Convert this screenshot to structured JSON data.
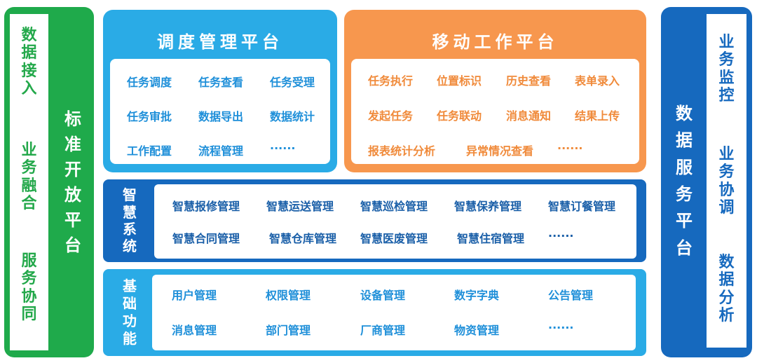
{
  "left": {
    "title": [
      "标",
      "准",
      "开",
      "放",
      "平",
      "台"
    ],
    "groups": [
      [
        "数",
        "据",
        "接",
        "入"
      ],
      [
        "业",
        "务",
        "融",
        "合"
      ],
      [
        "服",
        "务",
        "协",
        "同"
      ]
    ],
    "color": "#1faa4b"
  },
  "right": {
    "title": [
      "数",
      "据",
      "服",
      "务",
      "平",
      "台"
    ],
    "groups": [
      [
        "业",
        "务",
        "监",
        "控"
      ],
      [
        "业",
        "务",
        "协",
        "调"
      ],
      [
        "数",
        "据",
        "分",
        "析"
      ]
    ],
    "color": "#1669be"
  },
  "dispatch": {
    "title": "调度管理平台",
    "items": [
      "任务调度",
      "任务查看",
      "任务受理",
      "任务审批",
      "数据导出",
      "数据统计",
      "工作配置",
      "流程管理",
      "......"
    ],
    "color": "#2aabe6"
  },
  "mobile": {
    "title": "移动工作平台",
    "items": [
      "任务执行",
      "位置标识",
      "历史查看",
      "表单录入",
      "发起任务",
      "任务联动",
      "消息通知",
      "结果上传",
      "报表统计分析",
      "异常情况查看",
      "......"
    ],
    "color": "#f7974e"
  },
  "smart": {
    "label": [
      "智",
      "慧",
      "系",
      "统"
    ],
    "items": [
      "智慧报修管理",
      "智慧运送管理",
      "智慧巡检管理",
      "智慧保养管理",
      "智慧订餐管理",
      "智慧合同管理",
      "智慧仓库管理",
      "智慧医废管理",
      "智慧住宿管理",
      "......"
    ]
  },
  "base": {
    "label": [
      "基",
      "础",
      "功",
      "能"
    ],
    "items": [
      "用户管理",
      "权限管理",
      "设备管理",
      "数字字典",
      "公告管理",
      "消息管理",
      "部门管理",
      "厂商管理",
      "物资管理",
      "......"
    ]
  }
}
